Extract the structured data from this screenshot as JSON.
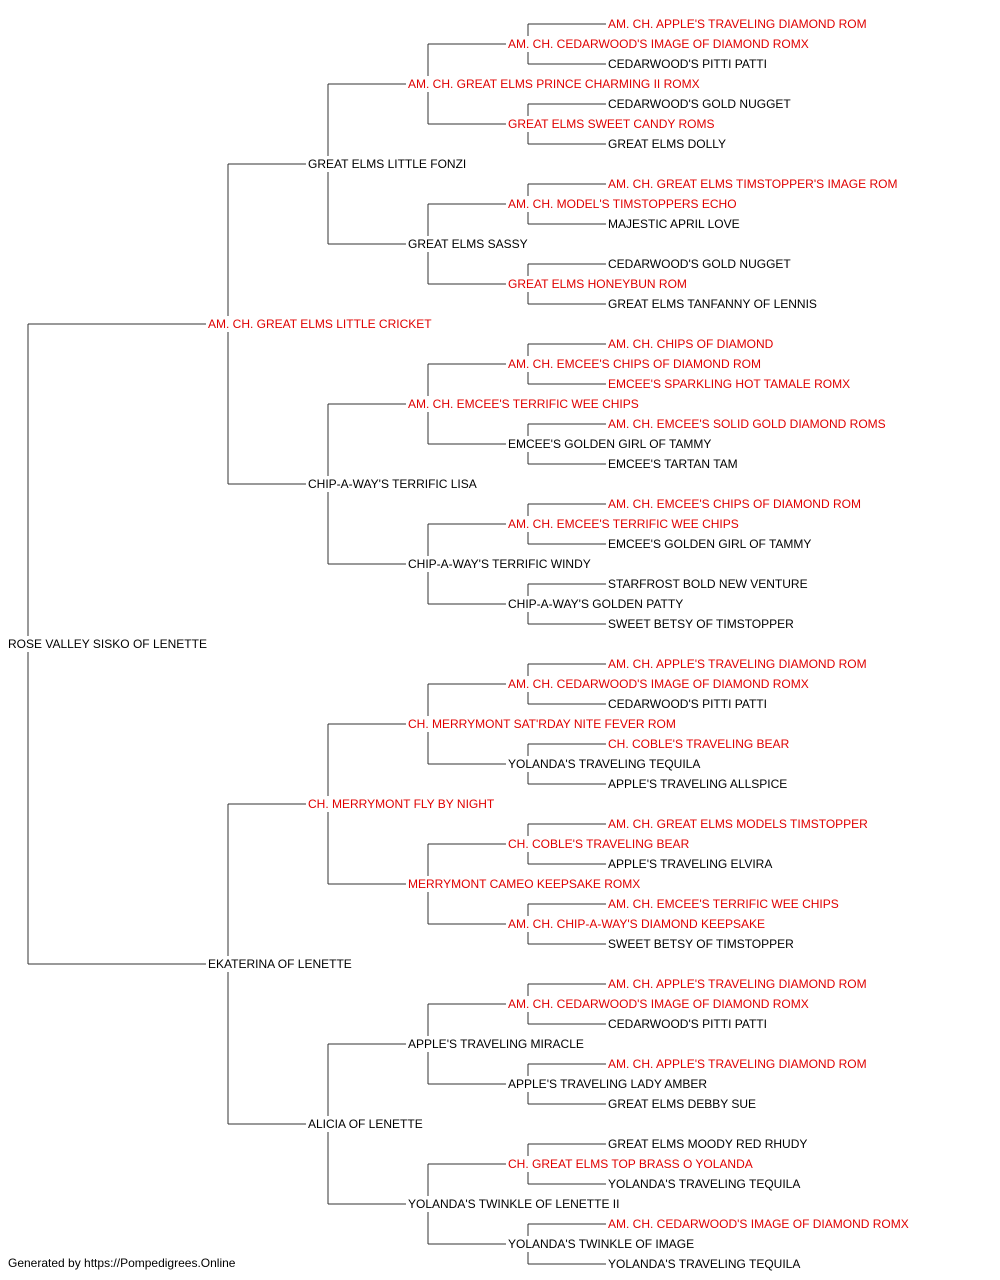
{
  "colors": {
    "champion": "#e00000",
    "normal": "#000000",
    "line": "#333333"
  },
  "footer": "Generated by https://Pompedigrees.Online",
  "pedigree": {
    "name": "ROSE VALLEY SISKO OF LENETTE",
    "champion": false,
    "sire": {
      "name": "AM. CH. GREAT ELMS LITTLE CRICKET",
      "champion": true,
      "sire": {
        "name": "GREAT ELMS LITTLE FONZI",
        "champion": false,
        "sire": {
          "name": "AM. CH. GREAT ELMS PRINCE CHARMING II ROMX",
          "champion": true,
          "sire": {
            "name": "AM. CH. CEDARWOOD'S IMAGE OF DIAMOND ROMX",
            "champion": true,
            "sire": {
              "name": "AM. CH. APPLE'S TRAVELING DIAMOND ROM",
              "champion": true
            },
            "dam": {
              "name": "CEDARWOOD'S PITTI PATTI",
              "champion": false
            }
          },
          "dam": {
            "name": "GREAT ELMS SWEET CANDY ROMS",
            "champion": true,
            "sire": {
              "name": "CEDARWOOD'S GOLD NUGGET",
              "champion": false
            },
            "dam": {
              "name": "GREAT ELMS DOLLY",
              "champion": false
            }
          }
        },
        "dam": {
          "name": "GREAT ELMS SASSY",
          "champion": false,
          "sire": {
            "name": "AM. CH. MODEL'S TIMSTOPPERS ECHO",
            "champion": true,
            "sire": {
              "name": "AM. CH. GREAT ELMS TIMSTOPPER'S IMAGE ROM",
              "champion": true
            },
            "dam": {
              "name": "MAJESTIC APRIL LOVE",
              "champion": false
            }
          },
          "dam": {
            "name": "GREAT ELMS HONEYBUN ROM",
            "champion": true,
            "sire": {
              "name": "CEDARWOOD'S GOLD NUGGET",
              "champion": false
            },
            "dam": {
              "name": "GREAT ELMS TANFANNY OF LENNIS",
              "champion": false
            }
          }
        }
      },
      "dam": {
        "name": "CHIP-A-WAY'S TERRIFIC LISA",
        "champion": false,
        "sire": {
          "name": "AM. CH. EMCEE'S TERRIFIC WEE CHIPS",
          "champion": true,
          "sire": {
            "name": "AM. CH. EMCEE'S CHIPS OF DIAMOND ROM",
            "champion": true,
            "sire": {
              "name": "AM. CH. CHIPS OF DIAMOND",
              "champion": true
            },
            "dam": {
              "name": "EMCEE'S SPARKLING HOT TAMALE ROMX",
              "champion": true
            }
          },
          "dam": {
            "name": "EMCEE'S GOLDEN GIRL OF TAMMY",
            "champion": false,
            "sire": {
              "name": "AM. CH. EMCEE'S SOLID GOLD DIAMOND ROMS",
              "champion": true
            },
            "dam": {
              "name": "EMCEE'S TARTAN TAM",
              "champion": false
            }
          }
        },
        "dam": {
          "name": "CHIP-A-WAY'S TERRIFIC WINDY",
          "champion": false,
          "sire": {
            "name": "AM. CH. EMCEE'S TERRIFIC WEE CHIPS",
            "champion": true,
            "sire": {
              "name": "AM. CH. EMCEE'S CHIPS OF DIAMOND ROM",
              "champion": true
            },
            "dam": {
              "name": "EMCEE'S GOLDEN GIRL OF TAMMY",
              "champion": false
            }
          },
          "dam": {
            "name": "CHIP-A-WAY'S GOLDEN PATTY",
            "champion": false,
            "sire": {
              "name": "STARFROST BOLD NEW VENTURE",
              "champion": false
            },
            "dam": {
              "name": "SWEET BETSY OF TIMSTOPPER",
              "champion": false
            }
          }
        }
      }
    },
    "dam": {
      "name": "EKATERINA OF LENETTE",
      "champion": false,
      "sire": {
        "name": "CH. MERRYMONT FLY BY NIGHT",
        "champion": true,
        "sire": {
          "name": "CH. MERRYMONT SAT'RDAY NITE FEVER ROM",
          "champion": true,
          "sire": {
            "name": "AM. CH. CEDARWOOD'S IMAGE OF DIAMOND ROMX",
            "champion": true,
            "sire": {
              "name": "AM. CH. APPLE'S TRAVELING DIAMOND ROM",
              "champion": true
            },
            "dam": {
              "name": "CEDARWOOD'S PITTI PATTI",
              "champion": false
            }
          },
          "dam": {
            "name": "YOLANDA'S TRAVELING TEQUILA",
            "champion": false,
            "sire": {
              "name": "CH. COBLE'S TRAVELING BEAR",
              "champion": true
            },
            "dam": {
              "name": "APPLE'S TRAVELING ALLSPICE",
              "champion": false
            }
          }
        },
        "dam": {
          "name": "MERRYMONT CAMEO KEEPSAKE ROMX",
          "champion": true,
          "sire": {
            "name": "CH. COBLE'S TRAVELING BEAR",
            "champion": true,
            "sire": {
              "name": "AM. CH. GREAT ELMS MODELS TIMSTOPPER",
              "champion": true
            },
            "dam": {
              "name": "APPLE'S TRAVELING ELVIRA",
              "champion": false
            }
          },
          "dam": {
            "name": "AM. CH. CHIP-A-WAY'S DIAMOND KEEPSAKE",
            "champion": true,
            "sire": {
              "name": "AM. CH. EMCEE'S TERRIFIC WEE CHIPS",
              "champion": true
            },
            "dam": {
              "name": "SWEET BETSY OF TIMSTOPPER",
              "champion": false
            }
          }
        }
      },
      "dam": {
        "name": "ALICIA OF LENETTE",
        "champion": false,
        "sire": {
          "name": "APPLE'S TRAVELING MIRACLE",
          "champion": false,
          "sire": {
            "name": "AM. CH. CEDARWOOD'S IMAGE OF DIAMOND ROMX",
            "champion": true,
            "sire": {
              "name": "AM. CH. APPLE'S TRAVELING DIAMOND ROM",
              "champion": true
            },
            "dam": {
              "name": "CEDARWOOD'S PITTI PATTI",
              "champion": false
            }
          },
          "dam": {
            "name": "APPLE'S TRAVELING LADY AMBER",
            "champion": false,
            "sire": {
              "name": "AM. CH. APPLE'S TRAVELING DIAMOND ROM",
              "champion": true
            },
            "dam": {
              "name": "GREAT ELMS DEBBY SUE",
              "champion": false
            }
          }
        },
        "dam": {
          "name": "YOLANDA'S TWINKLE OF LENETTE II",
          "champion": false,
          "sire": {
            "name": "CH. GREAT ELMS TOP BRASS O YOLANDA",
            "champion": true,
            "sire": {
              "name": "GREAT ELMS MOODY RED RHUDY",
              "champion": false
            },
            "dam": {
              "name": "YOLANDA'S TRAVELING TEQUILA",
              "champion": false
            }
          },
          "dam": {
            "name": "YOLANDA'S TWINKLE OF IMAGE",
            "champion": false,
            "sire": {
              "name": "AM. CH. CEDARWOOD'S IMAGE OF DIAMOND ROMX",
              "champion": true
            },
            "dam": {
              "name": "YOLANDA'S TRAVELING TEQUILA",
              "champion": false
            }
          }
        }
      }
    }
  }
}
